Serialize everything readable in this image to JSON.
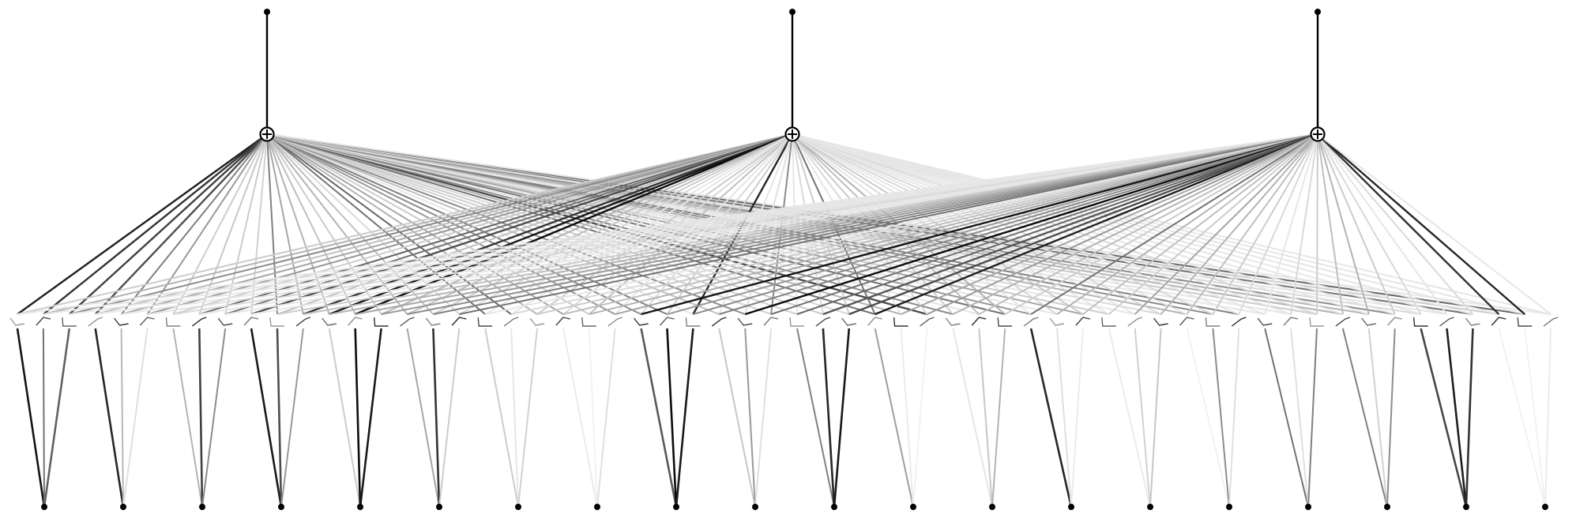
{
  "colors": {
    "background": "#ffffff",
    "ink": "#000000"
  },
  "diagram": {
    "inputs": {
      "count": 20,
      "order": 3
    },
    "outputs": {
      "count": 3,
      "symbol": "sum-node"
    },
    "hidden_activations": [
      [
        0.1,
        0.45,
        0.6,
        0.12,
        0.3,
        0.25,
        0.4,
        0.2,
        0.5,
        0.35,
        0.15,
        0.45,
        0.4,
        0.3,
        0.2,
        0.25,
        0.5,
        0.3,
        0.2,
        0.35,
        0.4,
        0.25,
        0.3,
        0.4,
        0.2,
        0.3,
        0.5,
        0.45,
        0.3,
        0.2,
        0.25,
        0.4,
        0.3,
        0.5,
        0.2,
        0.4,
        0.35,
        0.25,
        0.3,
        0.2,
        0.4,
        0.2,
        0.35,
        0.25,
        0.3,
        0.4,
        0.3,
        0.25,
        0.35,
        0.4,
        0.2,
        0.3,
        0.4,
        0.25,
        0.35,
        0.3,
        0.45,
        0.2,
        0.3,
        0.25
      ]
    ],
    "input_edges": [
      [
        0.92,
        0.55,
        0.62
      ],
      [
        0.85,
        0.28,
        0.12
      ],
      [
        0.3,
        0.75,
        0.45
      ],
      [
        0.9,
        0.7,
        0.4
      ],
      [
        0.2,
        0.95,
        0.9
      ],
      [
        0.35,
        0.8,
        0.2
      ],
      [
        0.2,
        0.1,
        0.18
      ],
      [
        0.08,
        0.05,
        0.12
      ],
      [
        0.65,
        0.95,
        0.9
      ],
      [
        0.22,
        0.4,
        0.12
      ],
      [
        0.5,
        0.85,
        0.9
      ],
      [
        0.38,
        0.08,
        0.05
      ],
      [
        0.1,
        0.22,
        0.3
      ],
      [
        0.85,
        0.12,
        0.08
      ],
      [
        0.08,
        0.18,
        0.22
      ],
      [
        0.05,
        0.45,
        0.12
      ],
      [
        0.55,
        0.12,
        0.5
      ],
      [
        0.5,
        0.18,
        0.45
      ],
      [
        0.72,
        0.88,
        0.8
      ],
      [
        0.05,
        0.05,
        0.08
      ]
    ],
    "output_edges": [
      [
        0.88,
        0.8,
        0.75,
        0.7,
        0.5,
        0.4,
        0.2,
        0.22,
        0.2,
        0.18,
        0.5,
        0.35,
        0.3,
        0.25,
        0.2,
        0.3,
        0.25,
        0.15,
        0.55,
        0.6,
        0.3,
        0.35,
        0.2,
        0.4,
        0.45,
        0.5,
        0.1,
        0.25,
        0.45,
        0.18,
        0.18,
        0.2,
        0.15,
        0.55,
        0.3,
        0.7,
        0.45,
        0.1,
        0.55,
        0.4,
        0.1,
        0.35,
        0.2,
        0.1,
        0.15,
        0.3,
        0.45,
        0.5,
        0.1,
        0.1,
        0.2,
        0.3,
        0.3,
        0.45,
        0.15,
        0.1,
        0.55,
        0.2,
        0.6,
        0.1
      ],
      [
        0.2,
        0.3,
        0.45,
        0.25,
        0.35,
        0.4,
        0.2,
        0.6,
        0.55,
        0.7,
        0.25,
        0.8,
        0.92,
        0.95,
        0.3,
        0.25,
        0.2,
        0.15,
        0.1,
        0.1,
        0.2,
        0.15,
        0.25,
        0.1,
        0.15,
        0.2,
        0.85,
        0.1,
        0.12,
        0.45,
        0.1,
        0.15,
        0.2,
        0.55,
        0.1,
        0.15,
        0.2,
        0.25,
        0.3,
        0.1,
        0.15,
        0.2,
        0.1,
        0.1,
        0.15,
        0.1,
        0.15,
        0.1,
        0.1,
        0.1,
        0.15,
        0.1,
        0.1,
        0.1,
        0.1,
        0.1,
        0.1,
        0.1,
        0.1,
        0.1
      ],
      [
        0.1,
        0.1,
        0.1,
        0.1,
        0.1,
        0.12,
        0.15,
        0.1,
        0.1,
        0.1,
        0.2,
        0.25,
        0.3,
        0.35,
        0.4,
        0.45,
        0.5,
        0.55,
        0.1,
        0.15,
        0.2,
        0.25,
        0.3,
        0.35,
        0.92,
        0.4,
        0.45,
        0.5,
        0.96,
        0.55,
        0.6,
        0.65,
        0.7,
        0.88,
        0.35,
        0.4,
        0.3,
        0.25,
        0.2,
        0.55,
        0.3,
        0.25,
        0.2,
        0.35,
        0.3,
        0.25,
        0.2,
        0.15,
        0.1,
        0.15,
        0.2,
        0.25,
        0.3,
        0.2,
        0.15,
        0.1,
        0.15,
        0.8,
        0.85,
        0.1
      ]
    ]
  }
}
